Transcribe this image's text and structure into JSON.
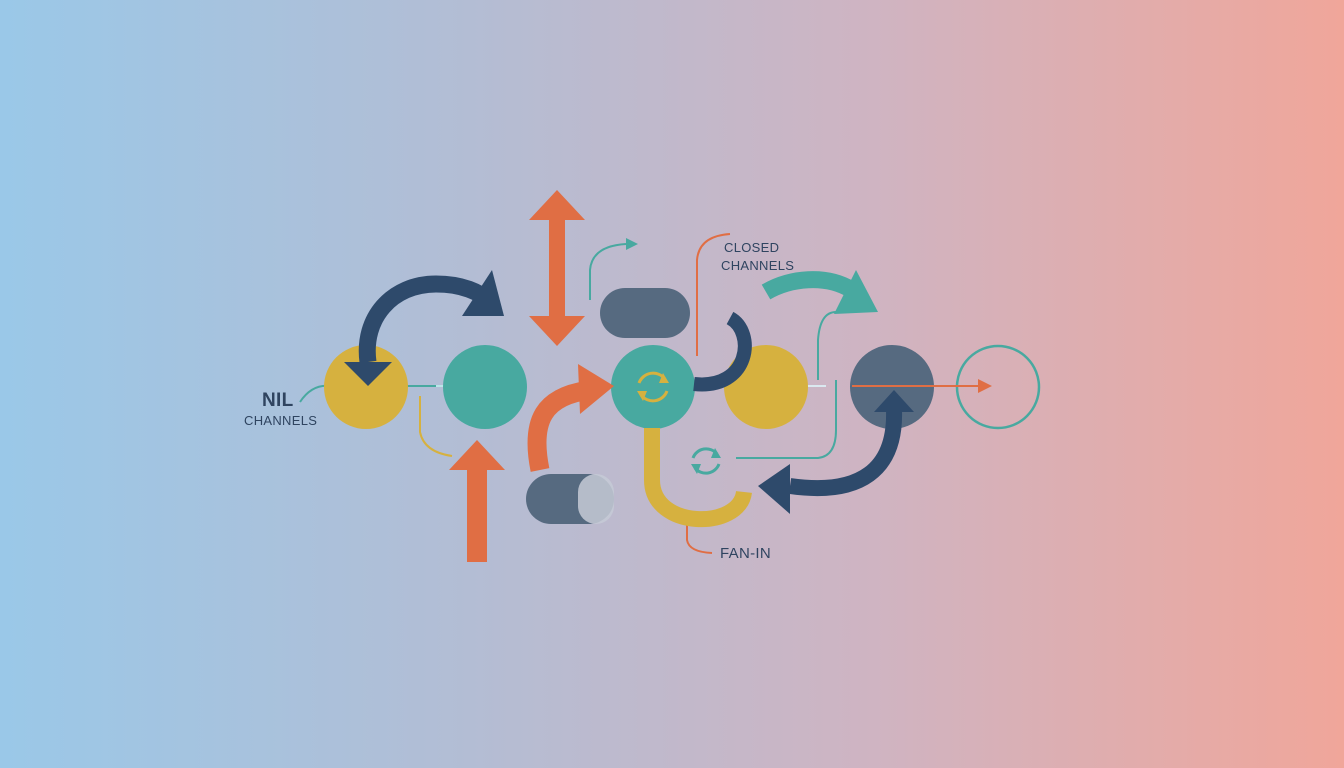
{
  "labels": {
    "nil_main": "NIL",
    "nil_sub": "CHANNELS",
    "closed_line1": "CLOSED",
    "closed_line2": "CHANNELS",
    "fan_in": "FAN-IN"
  },
  "colors": {
    "navy": "#2e4a6b",
    "teal": "#48a9a0",
    "orange": "#e06e44",
    "mustard": "#d6b13f",
    "slate": "#566a80",
    "glow": "#a8f0ff"
  },
  "icons": [
    "refresh-icon",
    "refresh-icon"
  ]
}
